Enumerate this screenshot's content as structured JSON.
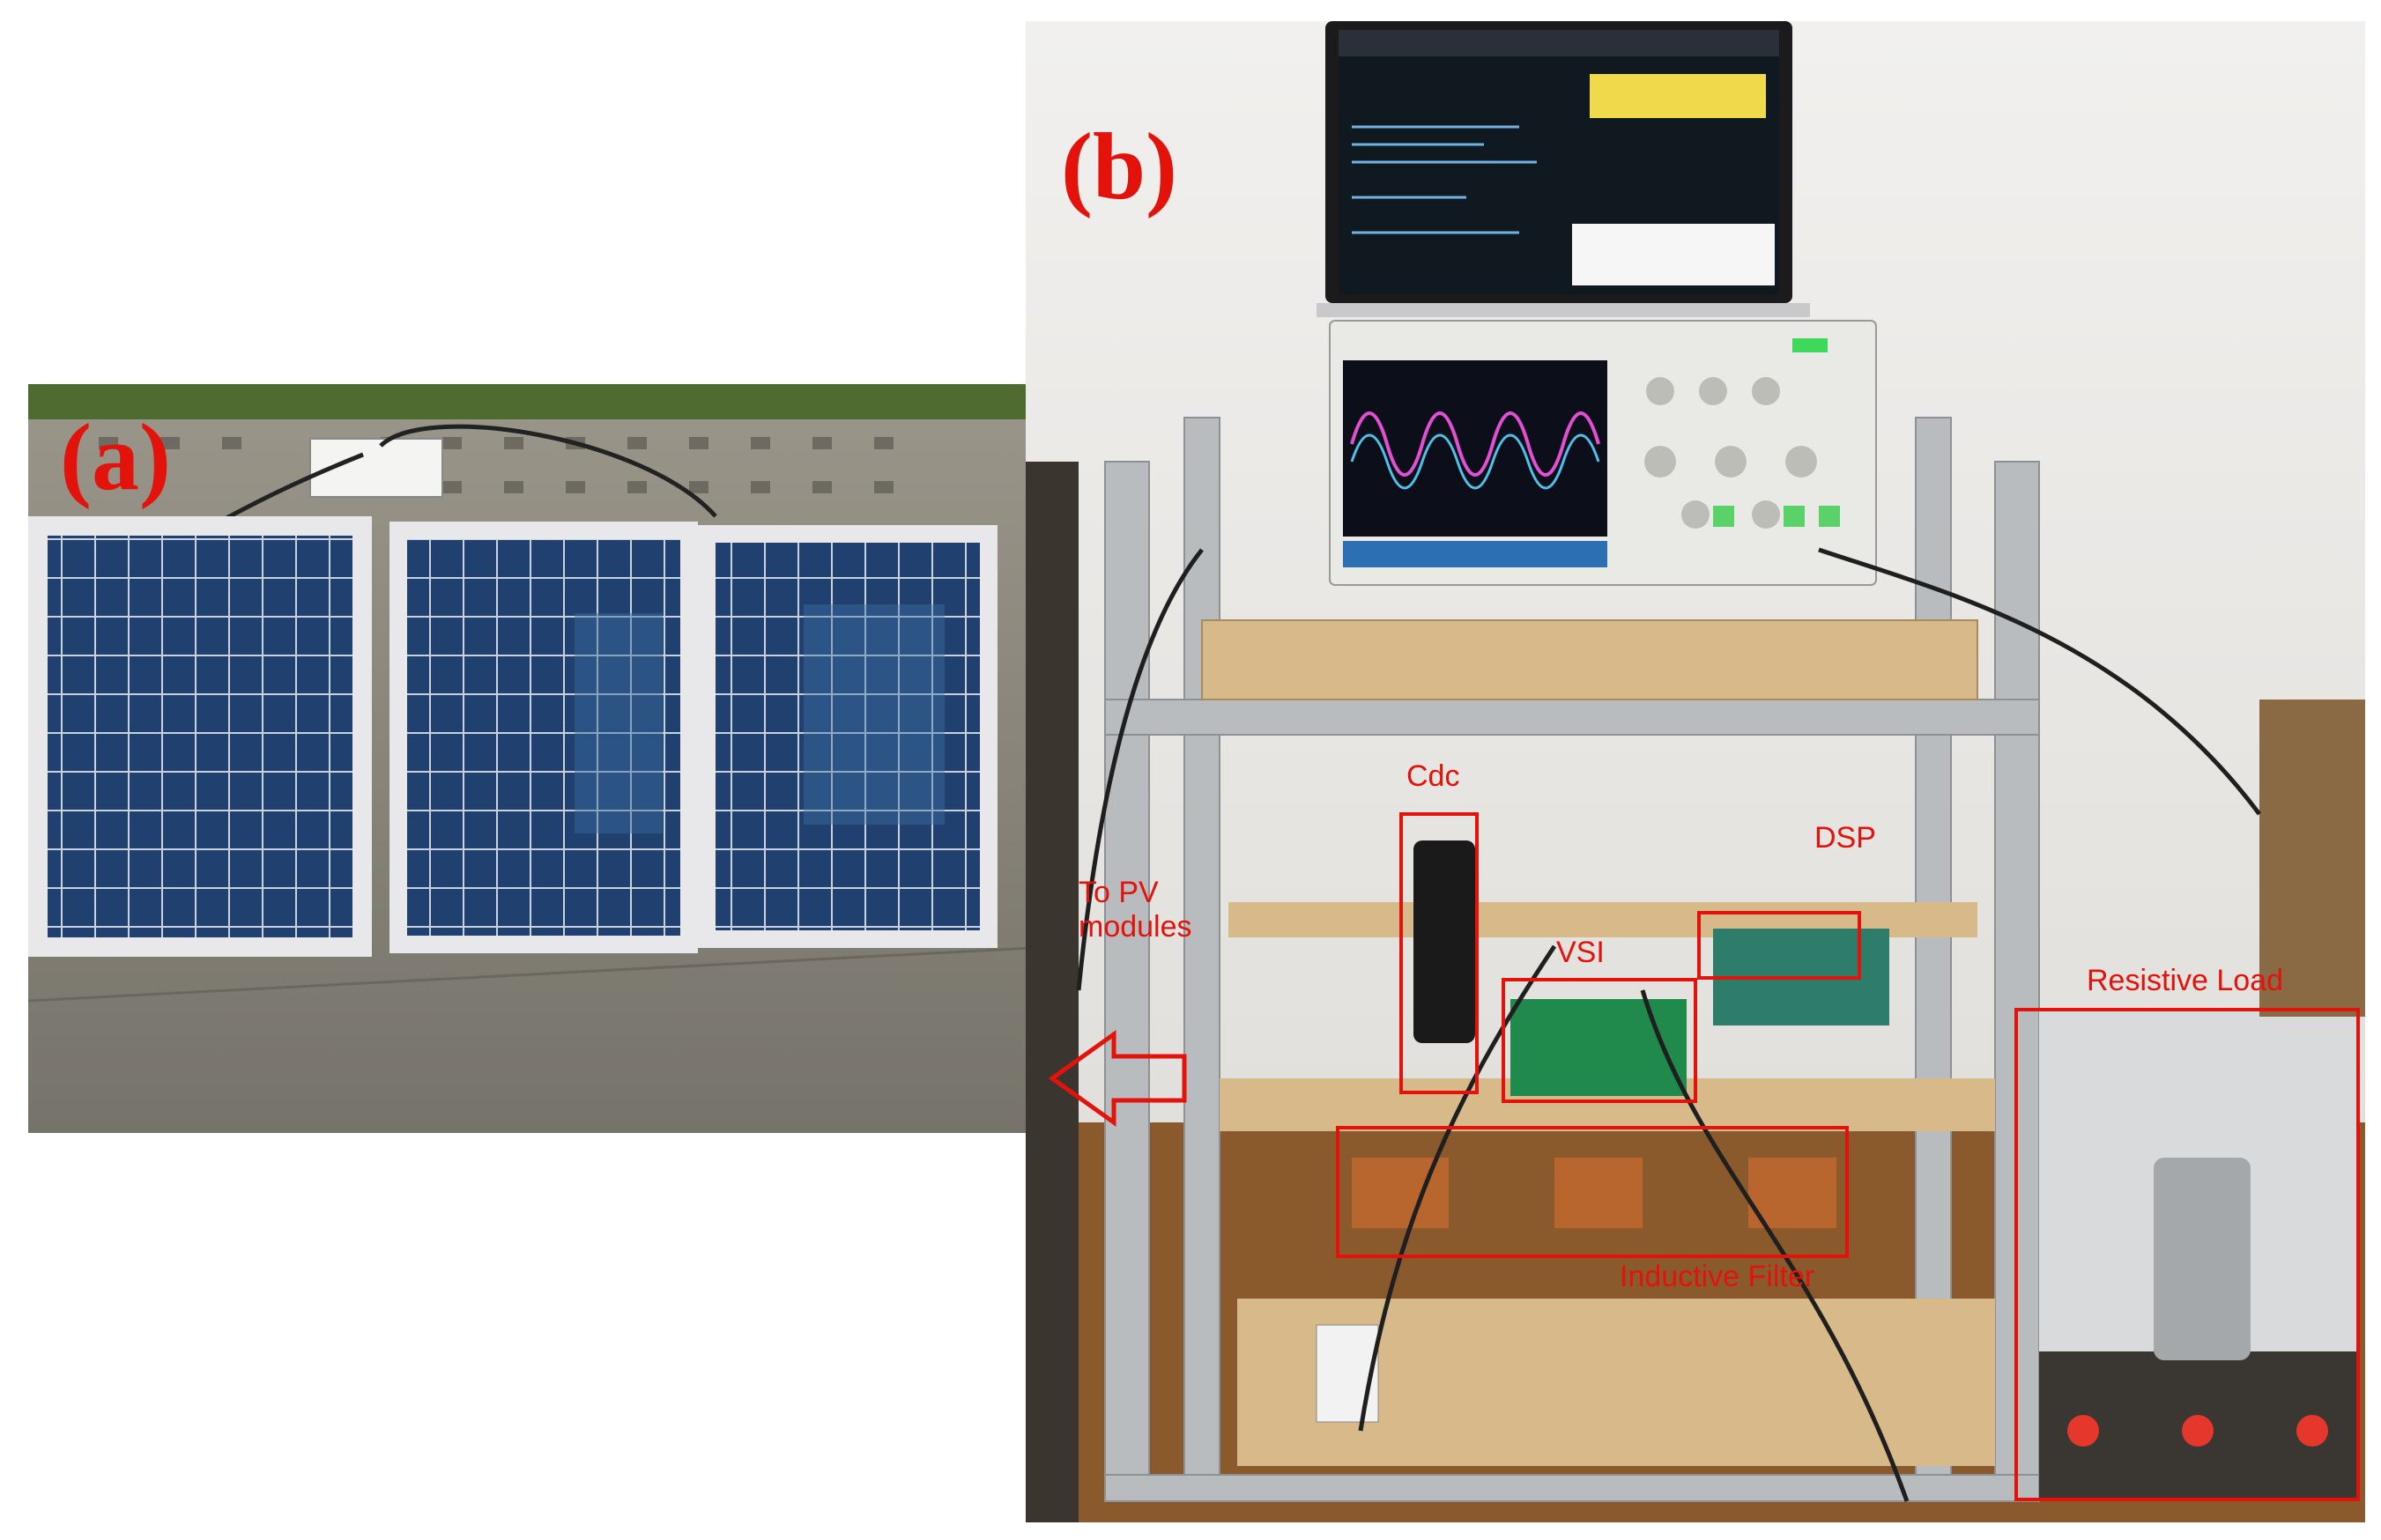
{
  "panels": {
    "a": {
      "label": "(a)"
    },
    "b": {
      "label": "(b)"
    }
  },
  "annotations": {
    "cdc": "Cdc",
    "dsp": "DSP",
    "vsi": "VSI",
    "to_pv": "To PV modules",
    "resistive_load": "Resistive Load",
    "inductive_filter": "Inductive Filter"
  },
  "colors": {
    "annotation": "#e3120b",
    "panel_cell": "#1f3f73",
    "frame": "#e8e8ea",
    "concrete": "#8d8a80",
    "grass": "#4f6b2f"
  }
}
